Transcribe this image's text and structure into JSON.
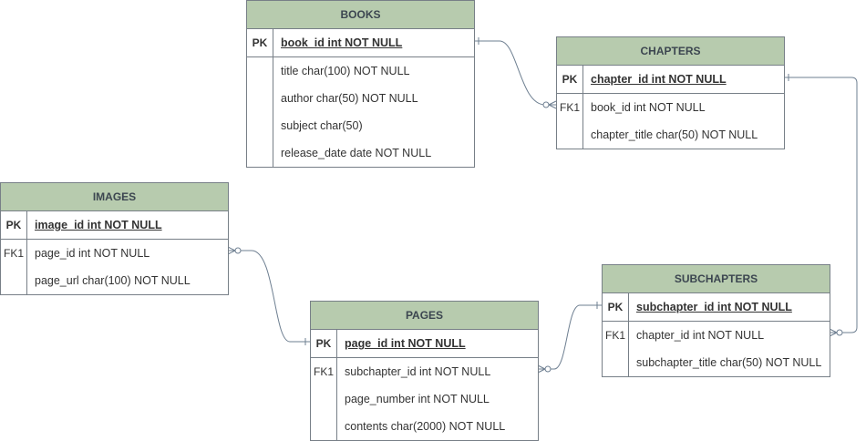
{
  "colors": {
    "header_fill": "#b7cbae",
    "border": "#777f87",
    "connector": "#6e7f91"
  },
  "entities": {
    "books": {
      "title": "BOOKS",
      "rows": [
        {
          "key": "PK",
          "field": "book_id int NOT NULL"
        },
        {
          "key": "",
          "field": "title char(100) NOT NULL"
        },
        {
          "key": "",
          "field": "author char(50) NOT NULL"
        },
        {
          "key": "",
          "field": "subject char(50)"
        },
        {
          "key": "",
          "field": "release_date date NOT NULL"
        }
      ]
    },
    "chapters": {
      "title": "CHAPTERS",
      "rows": [
        {
          "key": "PK",
          "field": "chapter_id int NOT NULL"
        },
        {
          "key": "FK1",
          "field": "book_id int NOT NULL"
        },
        {
          "key": "",
          "field": "chapter_title char(50) NOT NULL"
        }
      ]
    },
    "images": {
      "title": "IMAGES",
      "rows": [
        {
          "key": "PK",
          "field": "image_id int NOT NULL"
        },
        {
          "key": "FK1",
          "field": "page_id int NOT NULL"
        },
        {
          "key": "",
          "field": "page_url char(100) NOT NULL"
        }
      ]
    },
    "pages": {
      "title": "PAGES",
      "rows": [
        {
          "key": "PK",
          "field": "page_id int NOT NULL"
        },
        {
          "key": "FK1",
          "field": "subchapter_id int NOT NULL"
        },
        {
          "key": "",
          "field": "page_number int NOT NULL"
        },
        {
          "key": "",
          "field": "contents char(2000) NOT NULL"
        }
      ]
    },
    "subchapters": {
      "title": "SUBCHAPTERS",
      "rows": [
        {
          "key": "PK",
          "field": "subchapter_id int NOT NULL"
        },
        {
          "key": "FK1",
          "field": "chapter_id int NOT NULL"
        },
        {
          "key": "",
          "field": "subchapter_title char(50) NOT NULL"
        }
      ]
    }
  }
}
